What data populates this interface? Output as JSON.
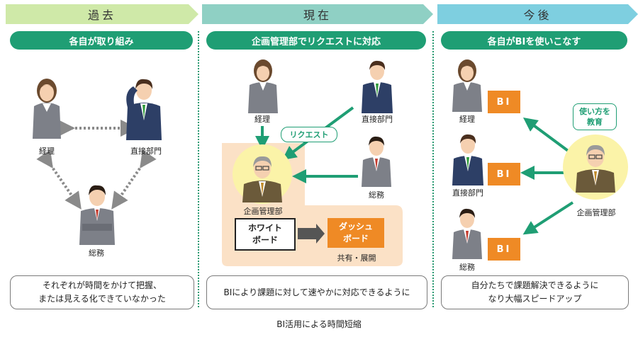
{
  "columns": {
    "past": {
      "header": "過去",
      "subtitle": "各自が取り組み",
      "labels": {
        "keiri": "経理",
        "chokusetsu": "直接部門",
        "somu": "総務"
      },
      "summary": [
        "それぞれが時間をかけて把握、",
        "または見える化できていなかった"
      ]
    },
    "present": {
      "header": "現在",
      "subtitle": "企画管理部でリクエストに対応",
      "labels": {
        "keiri": "経理",
        "chokusetsu": "直接部門",
        "somu": "総務",
        "kikaku": "企画管理部"
      },
      "request_tag": "リクエスト",
      "whiteboard": [
        "ホワイト",
        "ボード"
      ],
      "dashboard": [
        "ダッシュ",
        "ボード"
      ],
      "share": "共有・展開",
      "summary": [
        "BIにより課題に対して速やかに対応できるように"
      ]
    },
    "future": {
      "header": "今後",
      "subtitle": "各自がBIを使いこなす",
      "labels": {
        "keiri": "経理",
        "chokusetsu": "直接部門",
        "somu": "総務",
        "kikaku": "企画管理部"
      },
      "bi": "BI",
      "education": [
        "使い方を",
        "教育"
      ],
      "summary": [
        "自分たちで課題解決できるように",
        "なり大幅スピードアップ"
      ]
    }
  },
  "caption": "BI活用による時間短縮",
  "colors": {
    "accent": "#1f9e74",
    "orange": "#ef8a25",
    "peach": "#fbe1c6",
    "banner_past": "#cfe9a8",
    "banner_present": "#8fd0c4",
    "banner_future": "#7ecfe0"
  }
}
